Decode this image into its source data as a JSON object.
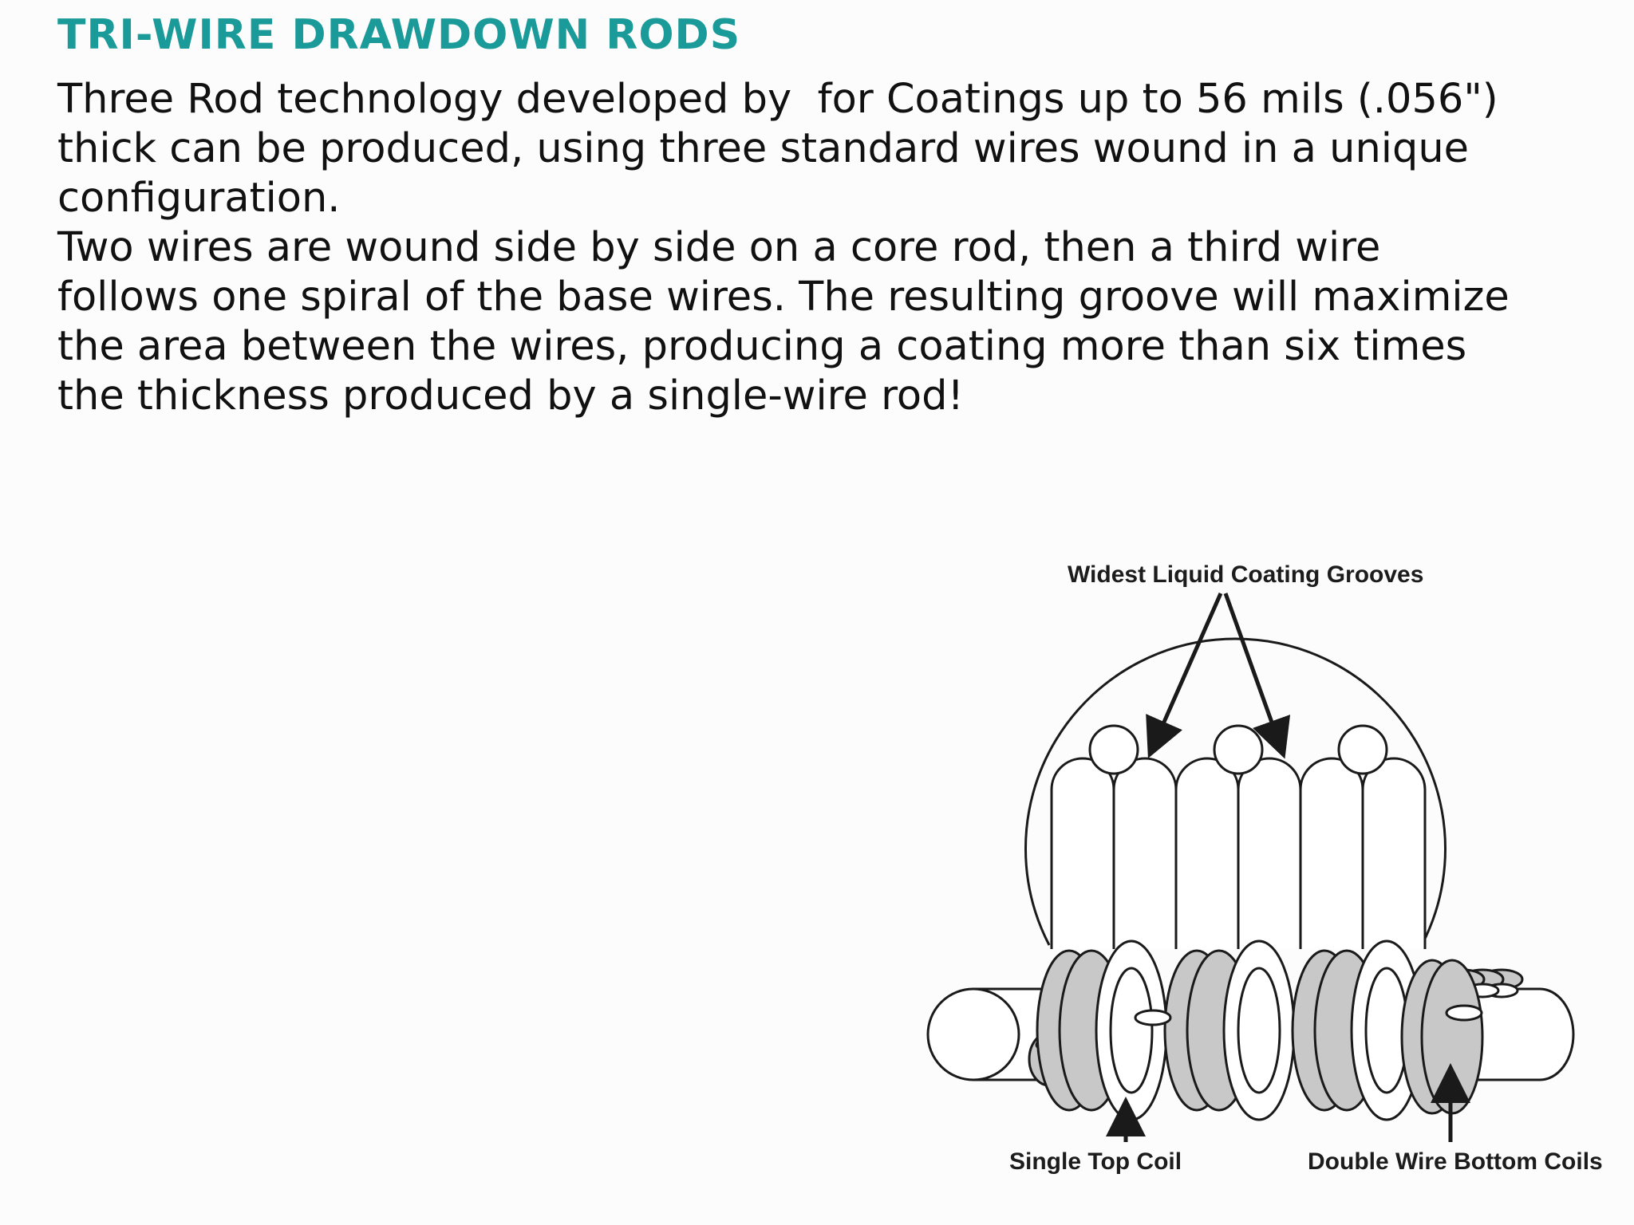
{
  "document": {
    "title": "TRI-WIRE DRAWDOWN RODS",
    "body_lines": [
      "Three Rod technology developed by  for Coatings up to 56 mils (.056\")",
      "thick can be produced, using three standard wires wound in a unique",
      "configuration.",
      "Two wires are wound side by side on a core rod, then a third wire",
      "follows one spiral of the base wires. The resulting groove will maximize",
      "the area between the wires, producing a coating more than six times",
      "the thickness produced by a single-wire rod!"
    ]
  },
  "figure": {
    "label_grooves": "Widest Liquid Coating Grooves",
    "label_single": "Single Top Coil",
    "label_double": "Double Wire Bottom Coils",
    "colors": {
      "stroke": "#1a1a1a",
      "coil_shade": "#c8c8c8",
      "fill": "#ffffff"
    }
  }
}
